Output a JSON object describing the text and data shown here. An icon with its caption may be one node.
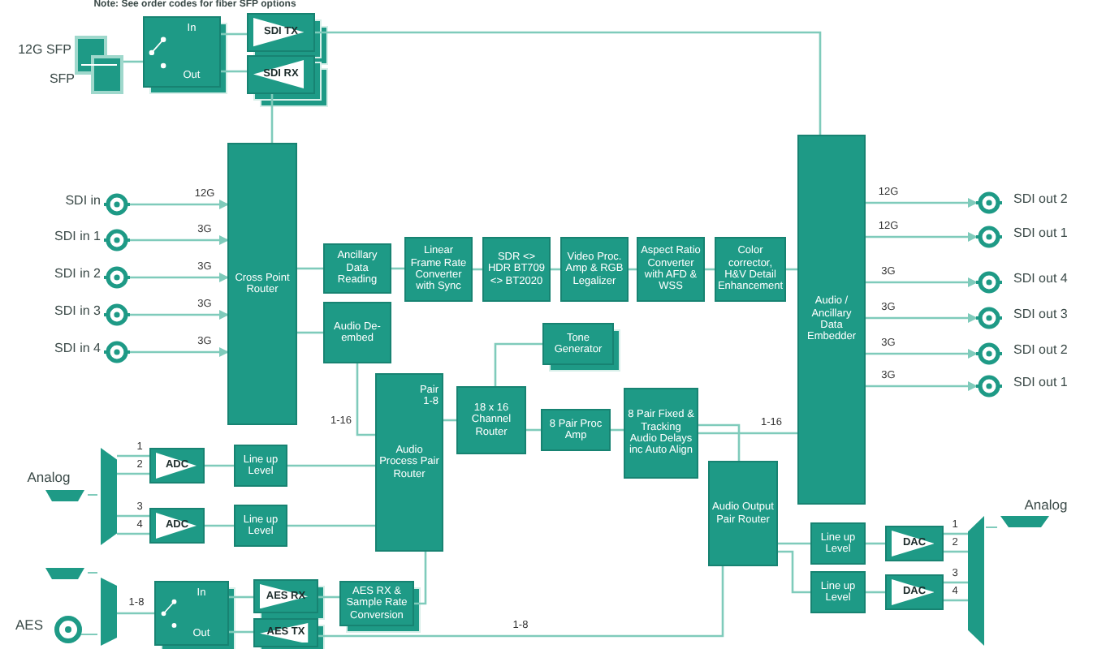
{
  "diagram": {
    "nodes": [
      {
        "text": [],
        "shape": "picture",
        "beside": [
          "12G SFP",
          "SFP"
        ]
      },
      {
        "text": [
          "In",
          "Out"
        ]
      },
      {
        "text": [
          "SDI TX"
        ]
      },
      {
        "text": [
          "SDI RX"
        ]
      },
      {
        "text": [],
        "shape": "circle",
        "beside": [
          "SDI in"
        ]
      },
      {
        "text": [],
        "shape": "circle",
        "beside": [
          "SDI in 1"
        ]
      },
      {
        "text": [],
        "shape": "circle",
        "beside": [
          "SDI in 2"
        ]
      },
      {
        "text": [],
        "shape": "circle",
        "beside": [
          "SDI in 3"
        ]
      },
      {
        "text": [],
        "shape": "circle",
        "beside": [
          "SDI in 4"
        ]
      },
      {
        "text": [
          "Cross Point Router"
        ]
      },
      {
        "text": [
          "Ancillary Data Reading"
        ]
      },
      {
        "text": [
          "Audio De-embed"
        ]
      },
      {
        "text": [
          "Linear Frame Rate Converter with Sync"
        ]
      },
      {
        "text": [
          "SDR <> HDR BT709 <> BT2020"
        ]
      },
      {
        "text": [
          "Video Proc. Amp & RGB Legalizer"
        ]
      },
      {
        "text": [
          "Aspect Ratio Converter with AFD & WSS"
        ]
      },
      {
        "text": [
          "Color corrector, H&V Detail Enhancement"
        ]
      },
      {
        "text": [
          "Audio / Ancillary Data Embedder"
        ]
      },
      {
        "text": [],
        "shape": "circle",
        "beside": [
          "SDI out 2"
        ]
      },
      {
        "text": [],
        "shape": "circle",
        "beside": [
          "SDI out 1"
        ]
      },
      {
        "text": [],
        "shape": "circle",
        "beside": [
          "SDI out 4"
        ]
      },
      {
        "text": [],
        "shape": "circle",
        "beside": [
          "SDI out 3"
        ]
      },
      {
        "text": [],
        "shape": "circle",
        "beside": [
          "SDI out 2"
        ]
      },
      {
        "text": [],
        "shape": "circle",
        "beside": [
          "SDI out 1"
        ]
      },
      {
        "text": [
          "Tone Generator"
        ]
      },
      {
        "text": [
          "Pair 1-8",
          "Audio Process Pair Router"
        ]
      },
      {
        "text": [
          "18 x 16 Channel Router"
        ]
      },
      {
        "text": [
          "8 Pair Proc Amp"
        ]
      },
      {
        "text": [
          "8 Pair Fixed & Tracking Audio Delays inc Auto Align"
        ]
      },
      {
        "text": [
          "Audio Output Pair Router"
        ]
      },
      {
        "text": [],
        "shape": "trapezoid"
      },
      {
        "text": [
          "ADC"
        ]
      },
      {
        "text": [
          "ADC"
        ]
      },
      {
        "text": [
          "Line up Level"
        ]
      },
      {
        "text": [
          "Line up Level"
        ]
      },
      {
        "text": [],
        "shape": "trapezoid"
      },
      {
        "text": [
          "In",
          "Out"
        ]
      },
      {
        "text": [
          "AES RX"
        ]
      },
      {
        "text": [
          "AES TX"
        ]
      },
      {
        "text": [
          "AES RX & Sample Rate Conversion"
        ]
      },
      {
        "text": [
          "Line up Level"
        ]
      },
      {
        "text": [
          "Line up Level"
        ]
      },
      {
        "text": [
          "DAC"
        ]
      },
      {
        "text": [
          "DAC"
        ]
      },
      {
        "text": [],
        "shape": "trapezoid"
      }
    ],
    "edges": [
      {
        "from": 0,
        "to": 1,
        "arrow": "none"
      },
      {
        "from": 1,
        "to": 2,
        "arrow": "none"
      },
      {
        "from": 1,
        "to": 3,
        "arrow": "none"
      },
      {
        "from": 2,
        "to": 17,
        "arrow": "none"
      },
      {
        "from": 3,
        "to": 9,
        "arrow": "none"
      },
      {
        "from": 4,
        "to": 9,
        "arrow": "to",
        "label": "12G"
      },
      {
        "from": 5,
        "to": 9,
        "arrow": "to",
        "label": "3G"
      },
      {
        "from": 6,
        "to": 9,
        "arrow": "to",
        "label": "3G"
      },
      {
        "from": 7,
        "to": 9,
        "arrow": "to",
        "label": "3G"
      },
      {
        "from": 8,
        "to": 9,
        "arrow": "to",
        "label": "3G"
      },
      {
        "from": 9,
        "to": 10,
        "arrow": "none"
      },
      {
        "from": 9,
        "to": 11,
        "arrow": "none"
      },
      {
        "from": 10,
        "to": 12,
        "arrow": "none"
      },
      {
        "from": 12,
        "to": 13,
        "arrow": "none"
      },
      {
        "from": 13,
        "to": 14,
        "arrow": "none"
      },
      {
        "from": 14,
        "to": 15,
        "arrow": "none"
      },
      {
        "from": 15,
        "to": 16,
        "arrow": "none"
      },
      {
        "from": 16,
        "to": 17,
        "arrow": "none"
      },
      {
        "from": 11,
        "to": 25,
        "arrow": "none",
        "label": "1-16"
      },
      {
        "from": 24,
        "to": 26,
        "arrow": "none"
      },
      {
        "from": 25,
        "to": 26,
        "arrow": "none"
      },
      {
        "from": 26,
        "to": 27,
        "arrow": "none"
      },
      {
        "from": 27,
        "to": 28,
        "arrow": "none"
      },
      {
        "from": 28,
        "to": 17,
        "arrow": "none",
        "label": "1-16"
      },
      {
        "from": 28,
        "to": 29,
        "arrow": "none"
      },
      {
        "from": 30,
        "to": 31,
        "arrow": "none",
        "label": "1"
      },
      {
        "from": 30,
        "to": 31,
        "arrow": "none",
        "label": "2"
      },
      {
        "from": 30,
        "to": 32,
        "arrow": "none",
        "label": "3"
      },
      {
        "from": 30,
        "to": 32,
        "arrow": "none",
        "label": "4"
      },
      {
        "from": 31,
        "to": 33,
        "arrow": "none"
      },
      {
        "from": 32,
        "to": 34,
        "arrow": "none"
      },
      {
        "from": 33,
        "to": 25,
        "arrow": "none"
      },
      {
        "from": 34,
        "to": 25,
        "arrow": "none"
      },
      {
        "from": 35,
        "to": 36,
        "arrow": "none",
        "label": "1-8"
      },
      {
        "from": 36,
        "to": 37,
        "arrow": "none"
      },
      {
        "from": 36,
        "to": 38,
        "arrow": "none"
      },
      {
        "from": 37,
        "to": 39,
        "arrow": "none"
      },
      {
        "from": 39,
        "to": 25,
        "arrow": "none"
      },
      {
        "from": 29,
        "to": 38,
        "arrow": "none",
        "label": "1-8"
      },
      {
        "from": 29,
        "to": 40,
        "arrow": "none"
      },
      {
        "from": 29,
        "to": 41,
        "arrow": "none"
      },
      {
        "from": 40,
        "to": 42,
        "arrow": "none"
      },
      {
        "from": 41,
        "to": 43,
        "arrow": "none"
      },
      {
        "from": 42,
        "to": 44,
        "arrow": "none",
        "label": "1"
      },
      {
        "from": 42,
        "to": 44,
        "arrow": "none",
        "label": "2"
      },
      {
        "from": 43,
        "to": 44,
        "arrow": "none",
        "label": "3"
      },
      {
        "from": 43,
        "to": 44,
        "arrow": "none",
        "label": "4"
      },
      {
        "from": 17,
        "to": 18,
        "arrow": "to",
        "label": "12G"
      },
      {
        "from": 17,
        "to": 19,
        "arrow": "to",
        "label": "12G"
      },
      {
        "from": 17,
        "to": 20,
        "arrow": "to",
        "label": "3G"
      },
      {
        "from": 17,
        "to": 21,
        "arrow": "to",
        "label": "3G"
      },
      {
        "from": 17,
        "to": 22,
        "arrow": "to",
        "label": "3G"
      },
      {
        "from": 17,
        "to": 23,
        "arrow": "to",
        "label": "3G"
      }
    ],
    "labels": [
      "Note:  See order codes for fiber SFP options",
      "Analog",
      "Analog",
      "AES"
    ]
  }
}
